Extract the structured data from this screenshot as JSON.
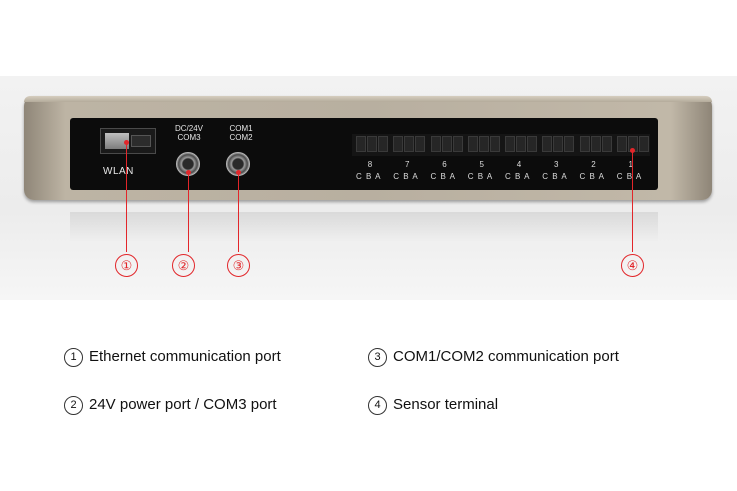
{
  "device": {
    "wlan_label": "WLAN",
    "power_label_1": "DC/24V",
    "power_label_2": "COM3",
    "com_label_1": "COM1",
    "com_label_2": "COM2",
    "terminal_groups": [
      "8",
      "7",
      "6",
      "5",
      "4",
      "3",
      "2",
      "1"
    ],
    "terminal_letters": "CBA"
  },
  "markers": [
    "①",
    "②",
    "③",
    "④"
  ],
  "legend": [
    {
      "num": "1",
      "text": "Ethernet communication port"
    },
    {
      "num": "3",
      "text": "COM1/COM2 communication port"
    },
    {
      "num": "2",
      "text": "24V power port / COM3 port"
    },
    {
      "num": "4",
      "text": "Sensor terminal"
    }
  ],
  "colors": {
    "accent": "#e2262a",
    "panel": "#0c0c0c",
    "body": "#b8afa0"
  }
}
